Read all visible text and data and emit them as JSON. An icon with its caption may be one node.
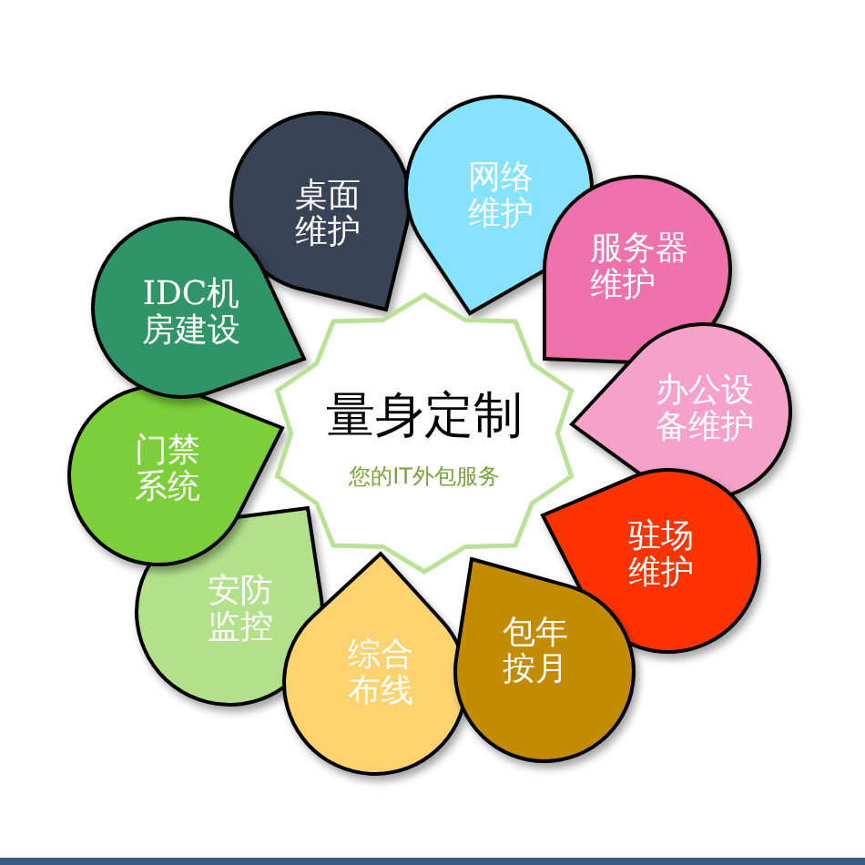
{
  "diagram": {
    "nodes": [
      {
        "text": [
          "量身定制",
          "您的IT外包服务"
        ]
      },
      {
        "text": [
          "桌面维护"
        ]
      },
      {
        "text": [
          "网络维护"
        ]
      },
      {
        "text": [
          "服务器维护"
        ]
      },
      {
        "text": [
          "办公设备维护"
        ]
      },
      {
        "text": [
          "驻场维护"
        ]
      },
      {
        "text": [
          "包年按月"
        ]
      },
      {
        "text": [
          "综合布线"
        ]
      },
      {
        "text": [
          "安防监控"
        ]
      },
      {
        "text": [
          "门禁系统"
        ]
      },
      {
        "text": [
          "IDC机房建设"
        ]
      }
    ]
  }
}
